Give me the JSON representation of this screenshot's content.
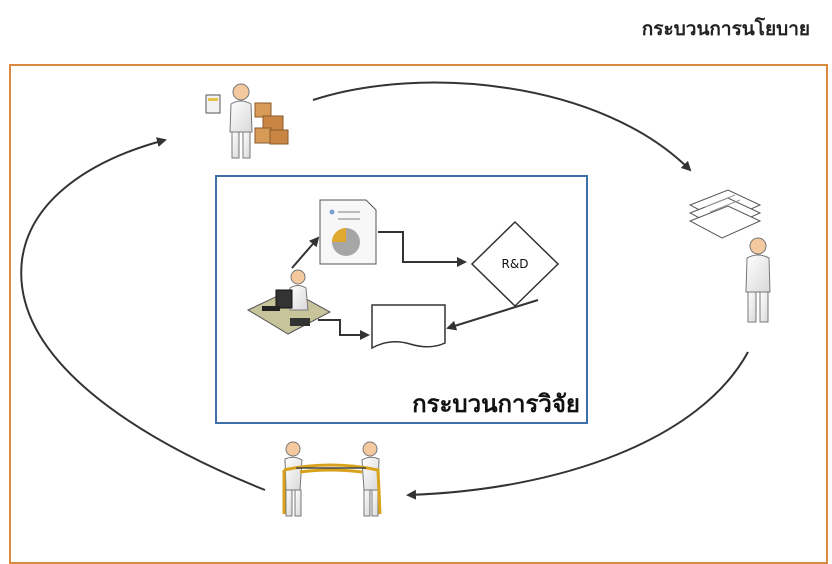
{
  "policy_process": {
    "title": "กระบวนการนโยบาย"
  },
  "research_process": {
    "title": "กระบวนการวิจัย",
    "rd_label": "R&D"
  },
  "colors": {
    "outer_border": "#d98a3d",
    "inner_border": "#3f6fa8",
    "arrow": "#333333"
  }
}
